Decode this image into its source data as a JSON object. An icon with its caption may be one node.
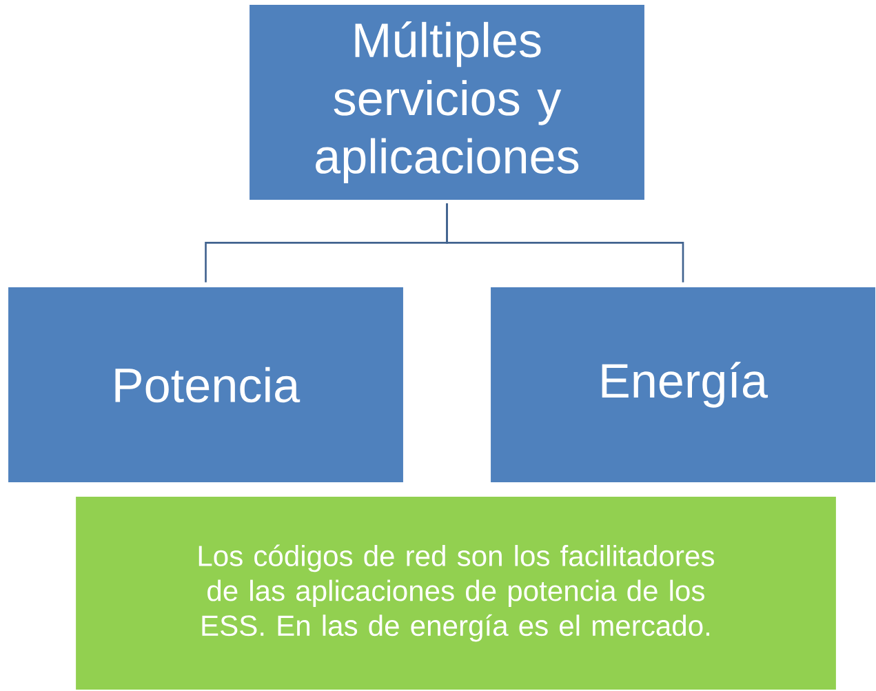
{
  "diagram": {
    "nodes": [
      {
        "text": [
          "Múltiples servicios y aplicaciones"
        ]
      },
      {
        "text": [
          "Potencia"
        ]
      },
      {
        "text": [
          "Energía"
        ]
      },
      {
        "text": [
          "Los códigos de red son los facilitadores de las aplicaciones de potencia de los ESS. En las de energía es el mercado."
        ]
      }
    ],
    "edges": [
      {
        "from": 0,
        "to": 1,
        "arrow": "none"
      },
      {
        "from": 0,
        "to": 2,
        "arrow": "none"
      }
    ]
  }
}
